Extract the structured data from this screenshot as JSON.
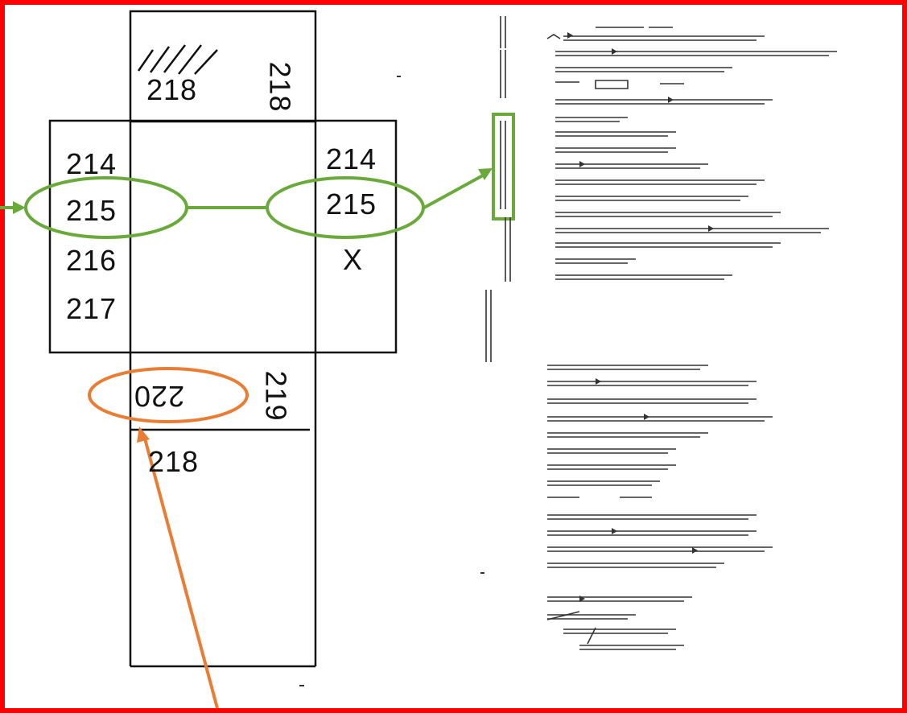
{
  "net": {
    "top_panel": {
      "label": "218",
      "side_label": "218"
    },
    "left_panel": {
      "labels": [
        "214",
        "215",
        "216",
        "217"
      ]
    },
    "right_panel": {
      "labels": [
        "214",
        "215",
        "X"
      ]
    },
    "bottom_upper_panel": {
      "upside_down_label": "220",
      "side_label": "219"
    },
    "bottom_lower_panel": {
      "label": "218"
    }
  },
  "annotations": {
    "green": "#6aaa3a",
    "orange": "#e87d33",
    "frame": "#ff0000"
  }
}
